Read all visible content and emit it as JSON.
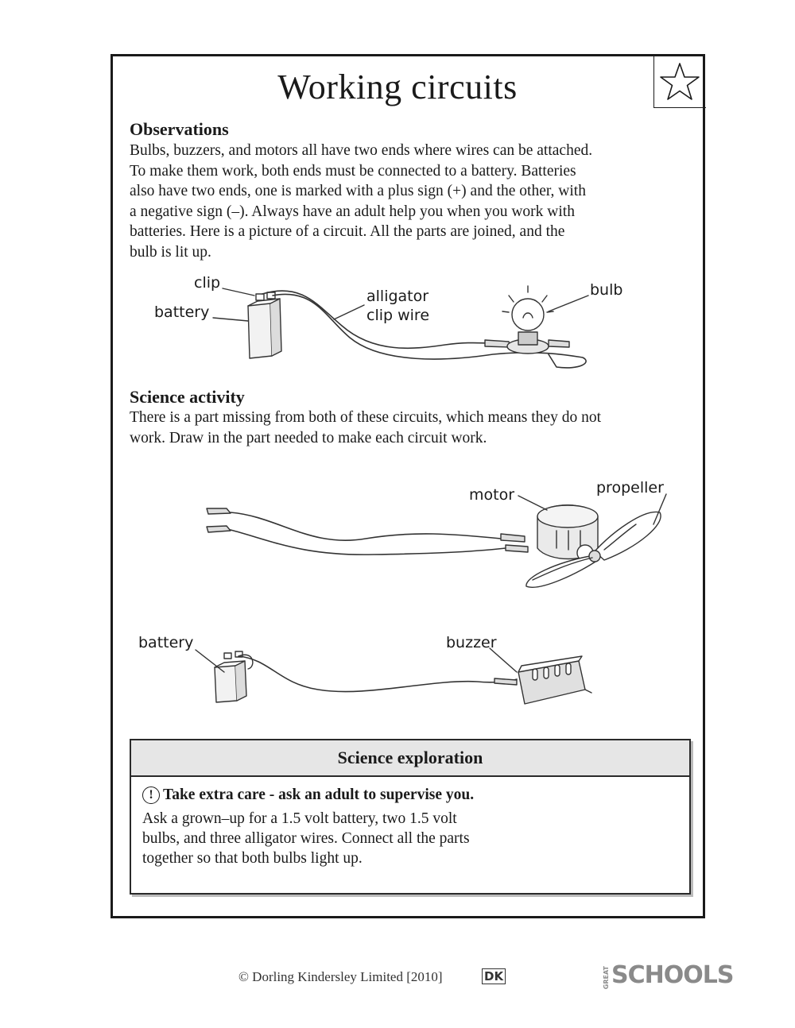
{
  "title": "Working circuits",
  "observations": {
    "heading": "Observations",
    "lines": [
      "Bulbs, buzzers, and motors all have two ends where wires can be attached.",
      "To make them work, both ends must be connected to a battery. Batteries",
      "also have two ends, one is marked with a plus sign (+) and the other, with",
      "a negative sign (–). Always have an adult help you when you work with",
      "batteries. Here is a picture of a circuit. All the parts are joined, and the",
      "bulb is lit up."
    ]
  },
  "circuit1_labels": {
    "clip": "clip",
    "battery": "battery",
    "wire_line1": "alligator",
    "wire_line2": "clip wire",
    "bulb": "bulb"
  },
  "science_activity": {
    "heading": "Science activity",
    "lines": [
      "There is a part missing from both of these circuits, which means they do not",
      "work. Draw in the part needed to make each circuit work."
    ]
  },
  "circuit2_labels": {
    "motor": "motor",
    "propeller": "propeller"
  },
  "circuit3_labels": {
    "battery": "battery",
    "buzzer": "buzzer"
  },
  "exploration": {
    "heading": "Science exploration",
    "warning_icon": "!",
    "warning": "Take extra care - ask an adult to supervise you.",
    "lines": [
      "Ask a grown–up for a 1.5 volt battery, two 1.5 volt",
      "bulbs, and three alligator wires. Connect all the parts",
      "together so that both bulbs light up."
    ]
  },
  "footer": {
    "copyright": "© Dorling Kindersley Limited [2010]",
    "dk": "DK",
    "brand_small": "GREAT",
    "brand": "SCHOOLS"
  }
}
